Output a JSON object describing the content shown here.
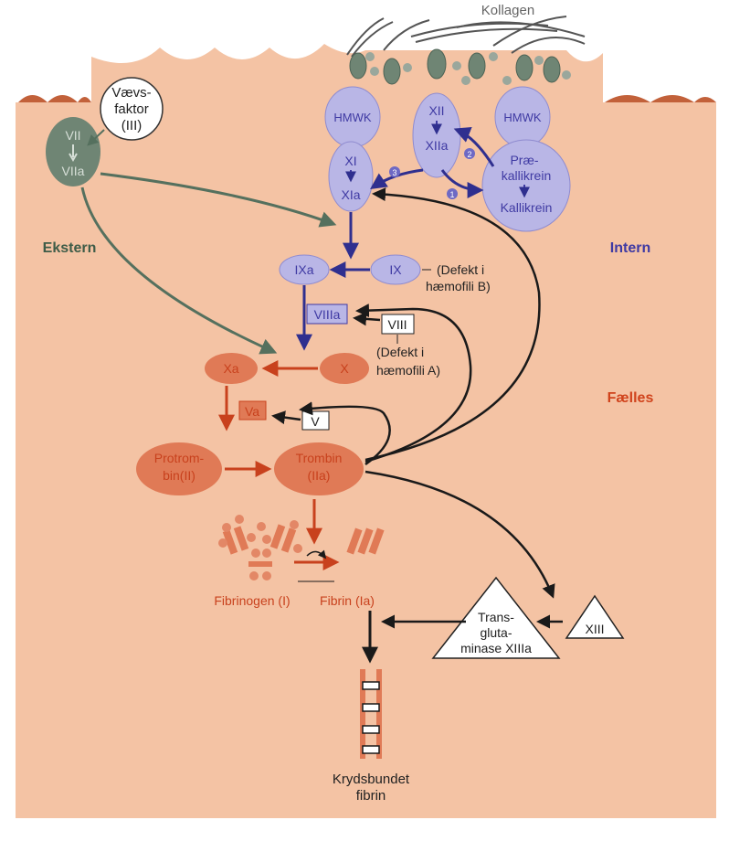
{
  "colors": {
    "background": "#f4c3a4",
    "intrinsic_fill": "#b9b6e6",
    "intrinsic_text": "#3f3aa3",
    "intrinsic_arrow": "#2f2f8f",
    "common_text": "#d0431c",
    "common_fill": "#e07a56",
    "common_arrow": "#c8411d",
    "extrinsic_fill": "#6f8574",
    "extrinsic_text": "#3e5c48",
    "black": "#1a1a1a"
  },
  "labels": {
    "collagen": "Kollagen",
    "tissue_factor_line1": "Vævs-",
    "tissue_factor_line2": "faktor",
    "tissue_factor_line3": "(III)",
    "vii": "VII",
    "viia": "VIIa",
    "extrinsic": "Ekstern",
    "intrinsic": "Intern",
    "common": "Fælles",
    "hmwk_left": "HMWK",
    "hmwk_right": "HMWK",
    "xii": "XII",
    "xiia": "XIIa",
    "xi": "XI",
    "xia": "XIa",
    "prekallikrein_line1": "Præ-",
    "prekallikrein_line2": "kallikrein",
    "kallikrein": "Kallikrein",
    "step1": "1",
    "step2": "2",
    "step3": "3",
    "ixa": "IXa",
    "ix": "IX",
    "defect_b_line1": "(Defekt i",
    "defect_b_line2": "hæmofili B)",
    "viiia": "VIIIa",
    "viii": "VIII",
    "defect_a_line1": "(Defekt i",
    "defect_a_line2": "hæmofili A)",
    "xa": "Xa",
    "x": "X",
    "va": "Va",
    "v": "V",
    "prothrombin_line1": "Protrom-",
    "prothrombin_line2": "bin(II)",
    "thrombin_line1": "Trombin",
    "thrombin_line2": "(IIa)",
    "fibrinogen": "Fibrinogen (I)",
    "fibrin": "Fibrin (Ia)",
    "transglutaminase_line1": "Trans-",
    "transglutaminase_line2": "gluta-",
    "transglutaminase_line3": "minase XIIIa",
    "xiii": "XIII",
    "crosslinked_line1": "Krydsbundet",
    "crosslinked_line2": "fibrin"
  }
}
